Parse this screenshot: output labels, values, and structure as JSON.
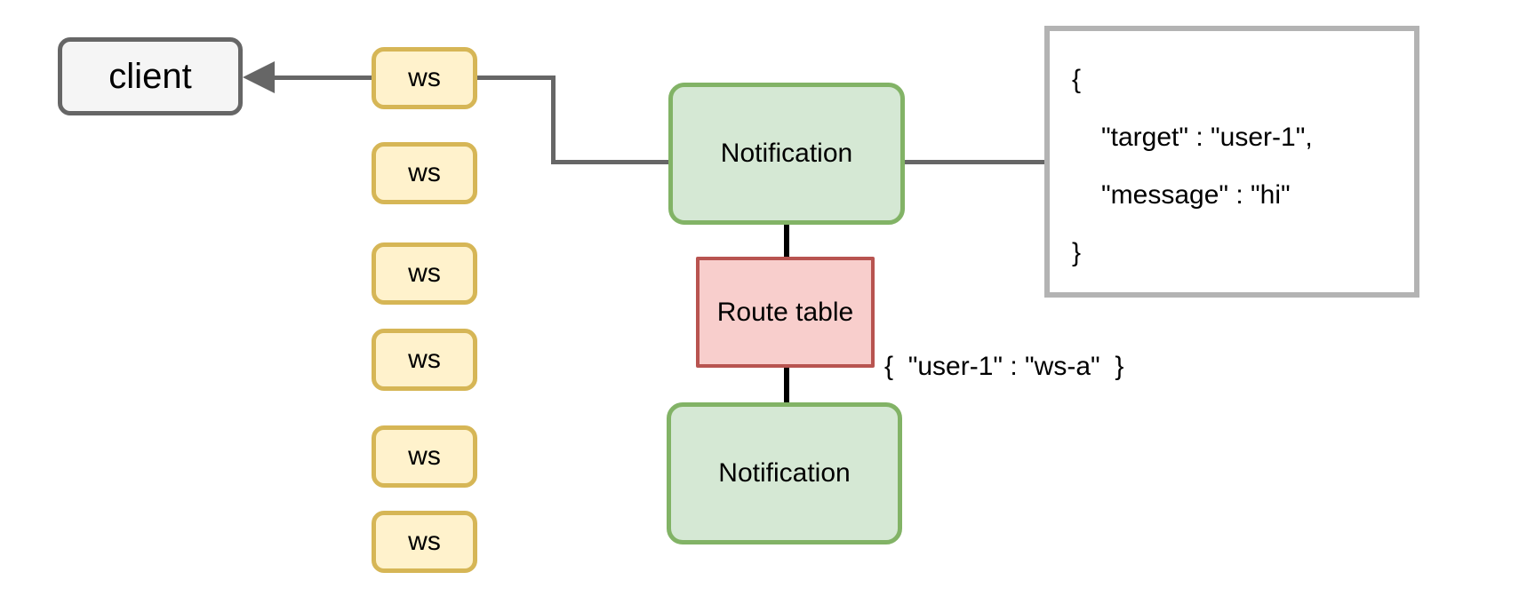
{
  "diagram": {
    "client": {
      "label": "client"
    },
    "ws_nodes": [
      {
        "label": "ws"
      },
      {
        "label": "ws"
      },
      {
        "label": "ws"
      },
      {
        "label": "ws"
      },
      {
        "label": "ws"
      },
      {
        "label": "ws"
      }
    ],
    "notification_top": {
      "label": "Notification"
    },
    "route_table": {
      "label": "Route table"
    },
    "notification_bottom": {
      "label": "Notification"
    },
    "payload_box": {
      "lines": [
        "{",
        "\"target\" : \"user-1\",",
        "\"message\" : \"hi\"",
        "}"
      ]
    },
    "route_annotation": "{  \"user-1\" : \"ws-a\"  }"
  },
  "colors": {
    "client_fill": "#F5F5F5",
    "client_border": "#666666",
    "ws_fill": "#FFF2CC",
    "ws_border": "#D6B656",
    "notification_fill": "#D5E8D4",
    "notification_border": "#82B366",
    "route_fill": "#F8CECC",
    "route_border": "#B85450",
    "payload_fill": "#FFFFFF",
    "payload_border": "#B3B3B3",
    "connector_gray": "#666666",
    "connector_black": "#000000"
  }
}
